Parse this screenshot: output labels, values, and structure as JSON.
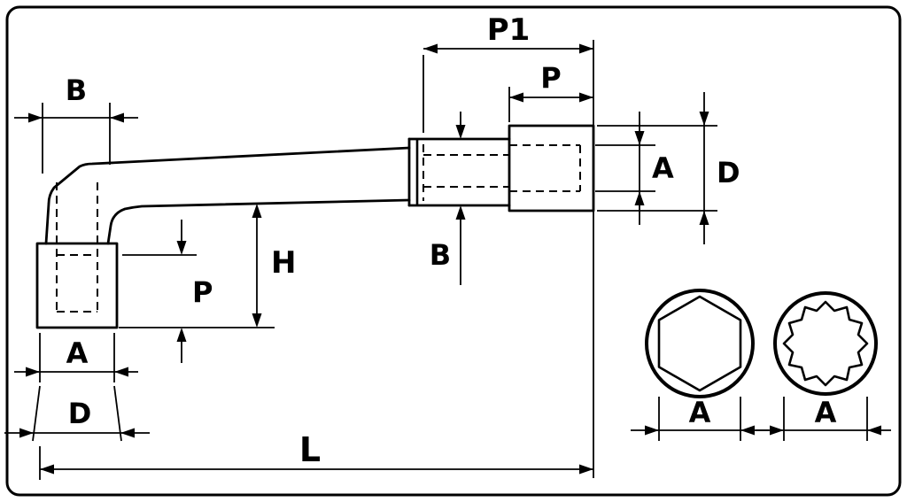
{
  "drawing": {
    "subject": "angled-socket-wrench-dimension-diagram",
    "colors": {
      "line": "#000000",
      "background": "#ffffff"
    },
    "labels": {
      "b_bend": "B",
      "p1": "P1",
      "p_right": "P",
      "a_right": "A",
      "d_right": "D",
      "b_mid": "B",
      "h": "H",
      "p_left": "P",
      "a_left": "A",
      "d_left": "D",
      "l": "L",
      "a_hex": "A",
      "a_bihex": "A"
    }
  }
}
